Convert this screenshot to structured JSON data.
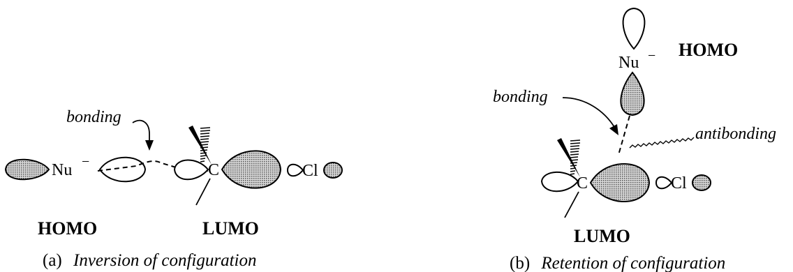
{
  "panel_a": {
    "nucleophile": "Nu",
    "charge": "−",
    "carbon": "C",
    "leaving_group": "Cl",
    "bonding_label": "bonding",
    "homo_label": "HOMO",
    "lumo_label": "LUMO",
    "caption_tag": "(a)",
    "caption_text": "Inversion of configuration"
  },
  "panel_b": {
    "nucleophile": "Nu",
    "charge": "−",
    "carbon": "C",
    "leaving_group": "Cl",
    "bonding_label": "bonding",
    "antibonding_label": "antibonding",
    "homo_label": "HOMO",
    "lumo_label": "LUMO",
    "caption_tag": "(b)",
    "caption_text": "Retention of configuration"
  },
  "colors": {
    "shaded_lobe": "#b8b8b8",
    "line": "#000000"
  }
}
